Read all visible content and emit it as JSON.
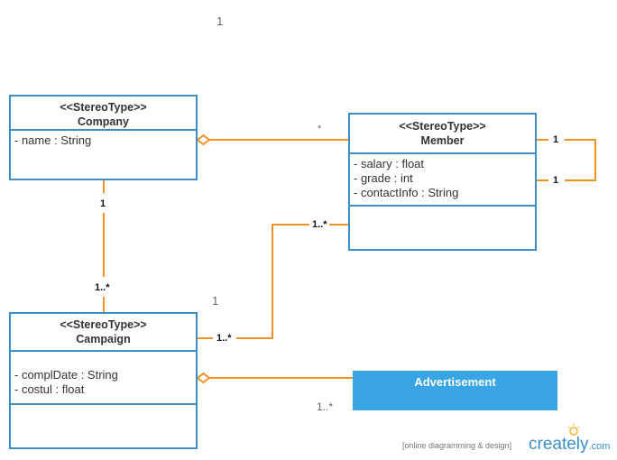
{
  "classes": {
    "company": {
      "stereotype": "<<StereoType>>",
      "name": "Company",
      "attributes": [
        "- name : String"
      ]
    },
    "member": {
      "stereotype": "<<StereoType>>",
      "name": "Member",
      "attributes": [
        "- salary : float",
        "- grade : int",
        "- contactInfo : String"
      ]
    },
    "campaign": {
      "stereotype": "<<StereoType>>",
      "name": "Campaign",
      "attributes": [
        "- complDate : String",
        "- costul : float"
      ]
    },
    "advertisement": {
      "name": "Advertisement"
    }
  },
  "multiplicities": {
    "top_one": "1",
    "company_member_star": "*",
    "company_side": "1",
    "campaign_side_company": "1..*",
    "member_self_top": "1",
    "member_self_bottom": "1",
    "member_campaign": "1..*",
    "floating_one": "1",
    "campaign_member": "1..*",
    "campaign_adv": "1..*"
  },
  "footer": {
    "tagline": "[online diagramming & design]",
    "brand": "creately",
    "brand_suffix": ".com"
  },
  "colors": {
    "class_border": "#3a8fc9",
    "connector": "#f0921e",
    "advertisement_fill": "#3aa5e4"
  }
}
